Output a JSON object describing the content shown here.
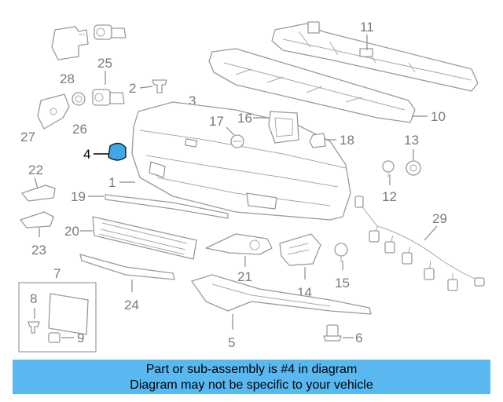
{
  "callouts": {
    "c1": "1",
    "c2": "2",
    "c3": "3",
    "c4": "4",
    "c5": "5",
    "c6": "6",
    "c7": "7",
    "c8": "8",
    "c9": "9",
    "c10": "10",
    "c11": "11",
    "c12": "12",
    "c13": "13",
    "c14": "14",
    "c15": "15",
    "c16": "16",
    "c17": "17",
    "c18": "18",
    "c19": "19",
    "c20": "20",
    "c21": "21",
    "c22": "22",
    "c23": "23",
    "c24": "24",
    "c25": "25",
    "c26": "26",
    "c27": "27",
    "c28": "28",
    "c29": "29"
  },
  "highlighted_part": "4",
  "colors": {
    "banner": "#5ab8f0",
    "highlight": "#3ea8e8",
    "line": "#9a9a9a"
  },
  "banner": {
    "line1": "Part or sub-assembly is #4 in diagram",
    "line2": "Diagram may not be specific to your vehicle"
  }
}
